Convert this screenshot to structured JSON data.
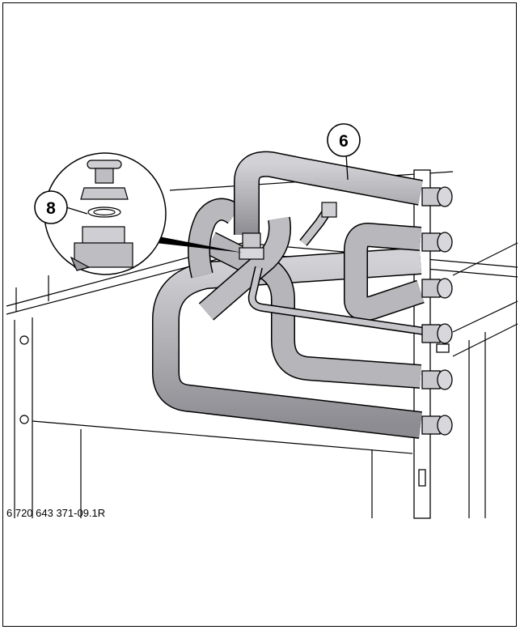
{
  "figure": {
    "reference_code": "6 720 643 371-09.1R",
    "callouts": [
      {
        "id": "6",
        "label": "6"
      },
      {
        "id": "8",
        "label": "8"
      }
    ]
  },
  "colors": {
    "line": "#000000",
    "pipe_fill": "#b4b4b8",
    "pipe_shade": "#8e8e94",
    "background": "#ffffff"
  }
}
